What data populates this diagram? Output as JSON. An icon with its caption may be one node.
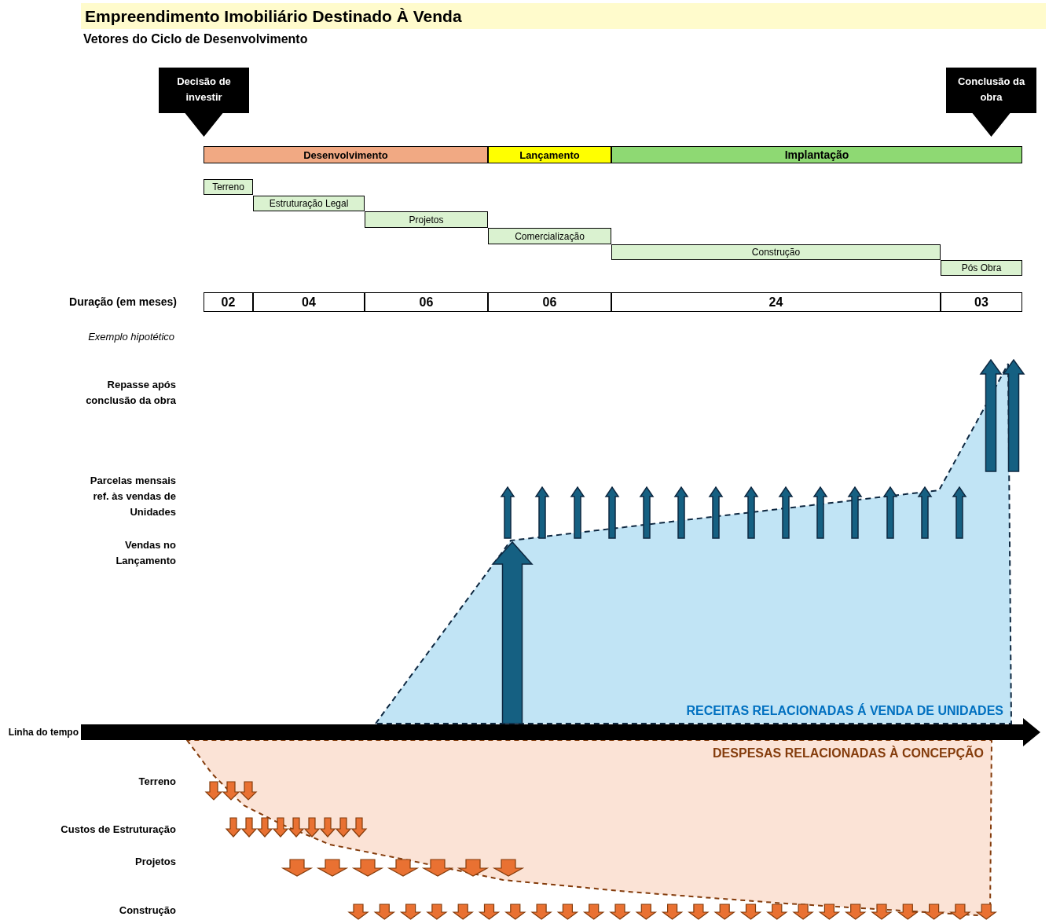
{
  "diagram": {
    "title": "Empreendimento Imobiliário Destinado À Venda",
    "nodes": [
      {
        "text": [
          "Desenvolvimento"
        ]
      },
      {
        "text": [
          "Lançamento"
        ]
      },
      {
        "text": [
          "Implantação"
        ]
      },
      {
        "text": [
          "Terreno"
        ]
      },
      {
        "text": [
          "Estruturação Legal"
        ]
      },
      {
        "text": [
          "Projetos"
        ]
      },
      {
        "text": [
          "Comercialização"
        ]
      },
      {
        "text": [
          "Construção"
        ]
      },
      {
        "text": [
          "Pós Obra"
        ]
      },
      {
        "text": [
          "02"
        ]
      },
      {
        "text": [
          "04"
        ]
      },
      {
        "text": [
          "06"
        ]
      },
      {
        "text": [
          "06"
        ]
      },
      {
        "text": [
          "24"
        ]
      },
      {
        "text": [
          "03"
        ]
      },
      {
        "text": [
          "Decisão de investir"
        ]
      },
      {
        "text": [
          "Conclusão da obra"
        ]
      }
    ],
    "labels": [
      "Vetores do Ciclo de Desenvolvimento",
      "Duração (em meses)",
      "Exemplo hipotético",
      "Repasse após conclusão da obra",
      "Parcelas mensais ref. às vendas de Unidades",
      "Vendas no Lançamento",
      "Linha do tempo",
      "RECEITAS RELACIONADAS Á VENDA DE UNIDADES",
      "DESPESAS RELACIONADAS À CONCEPÇÃO",
      "Terreno",
      "Custos de Estruturação",
      "Projetos",
      "Construção"
    ]
  }
}
